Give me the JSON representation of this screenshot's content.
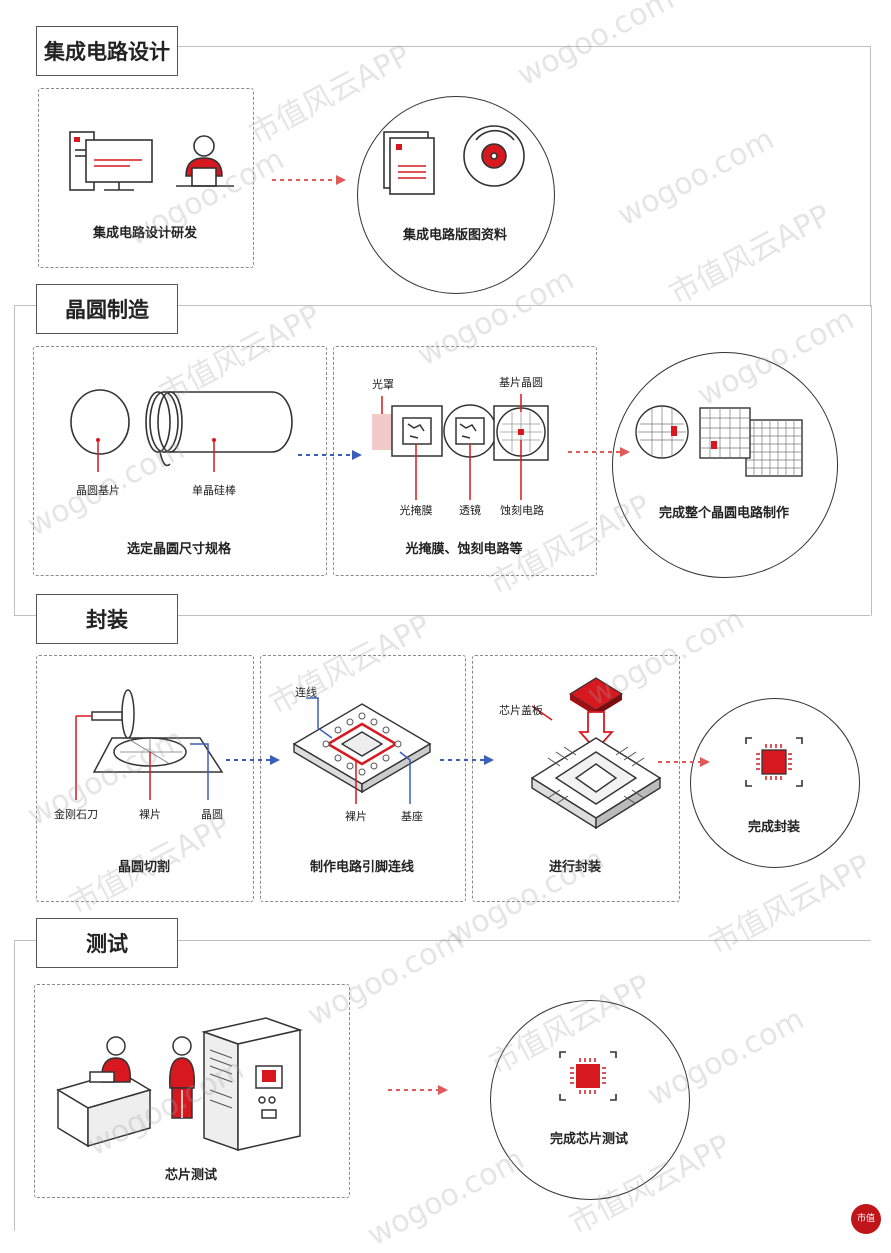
{
  "sections": {
    "design": {
      "title": "集成电路设计",
      "step1": "集成电路设计研发",
      "result": "集成电路版图资料"
    },
    "wafer": {
      "title": "晶圆制造",
      "step1": "选定晶圆尺寸规格",
      "wafer_label": "晶圆基片",
      "ingot_label": "单晶硅棒",
      "step2": "光掩膜、蚀刻电路等",
      "mask_label": "光罩",
      "substrate_label": "基片晶圆",
      "photomask_label": "光掩膜",
      "lens_label": "透镜",
      "etch_label": "蚀刻电路",
      "result": "完成整个晶圆电路制作"
    },
    "package": {
      "title": "封装",
      "step1": "晶圆切割",
      "saw_label": "金刚石刀",
      "die_label": "裸片",
      "wafer_label": "晶圆",
      "step2": "制作电路引脚连线",
      "wire_label": "连线",
      "die2_label": "裸片",
      "base_label": "基座",
      "step3": "进行封装",
      "lid_label": "芯片盖板",
      "result": "完成封装"
    },
    "test": {
      "title": "测试",
      "step1": "芯片测试",
      "result": "完成芯片测试"
    }
  },
  "watermark": {
    "site": "wogoo.com",
    "brand": "市值风云APP",
    "logo": "市值"
  },
  "colors": {
    "accent": "#d7191f",
    "arrow_red": "#e05a5a",
    "arrow_blue": "#3a5fb8",
    "line": "#333333"
  }
}
